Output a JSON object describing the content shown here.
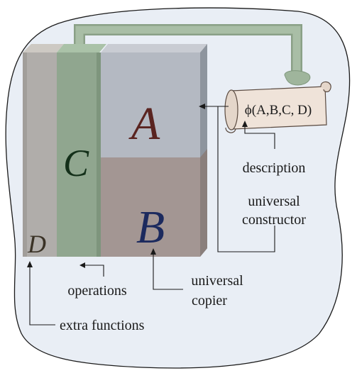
{
  "blocks": {
    "a": {
      "letter": "A"
    },
    "b": {
      "letter": "B"
    },
    "c": {
      "letter": "C"
    },
    "d": {
      "letter": "D"
    }
  },
  "scroll": {
    "text": "ϕ(A,B,C, D)"
  },
  "labels": {
    "description": "description",
    "universal_constructor_line1": "universal",
    "universal_constructor_line2": "constructor",
    "universal_copier_line1": "universal",
    "universal_copier_line2": "copier",
    "operations": "operations",
    "extra_functions": "extra functions"
  },
  "colors": {
    "blob_fill": "#e9eef5",
    "blob_stroke": "#1a1a1a",
    "block_a_face": "#b4b9c2",
    "block_b_face": "#a39693",
    "block_c_face": "#90a68f",
    "block_d_face": "#b0adaa",
    "letter_a": "#5a2420",
    "letter_b": "#1c2a5e",
    "letter_c": "#14301a",
    "letter_d": "#3a3226",
    "tube": "#9fb59c",
    "scroll_fill": "#efe3d9"
  }
}
